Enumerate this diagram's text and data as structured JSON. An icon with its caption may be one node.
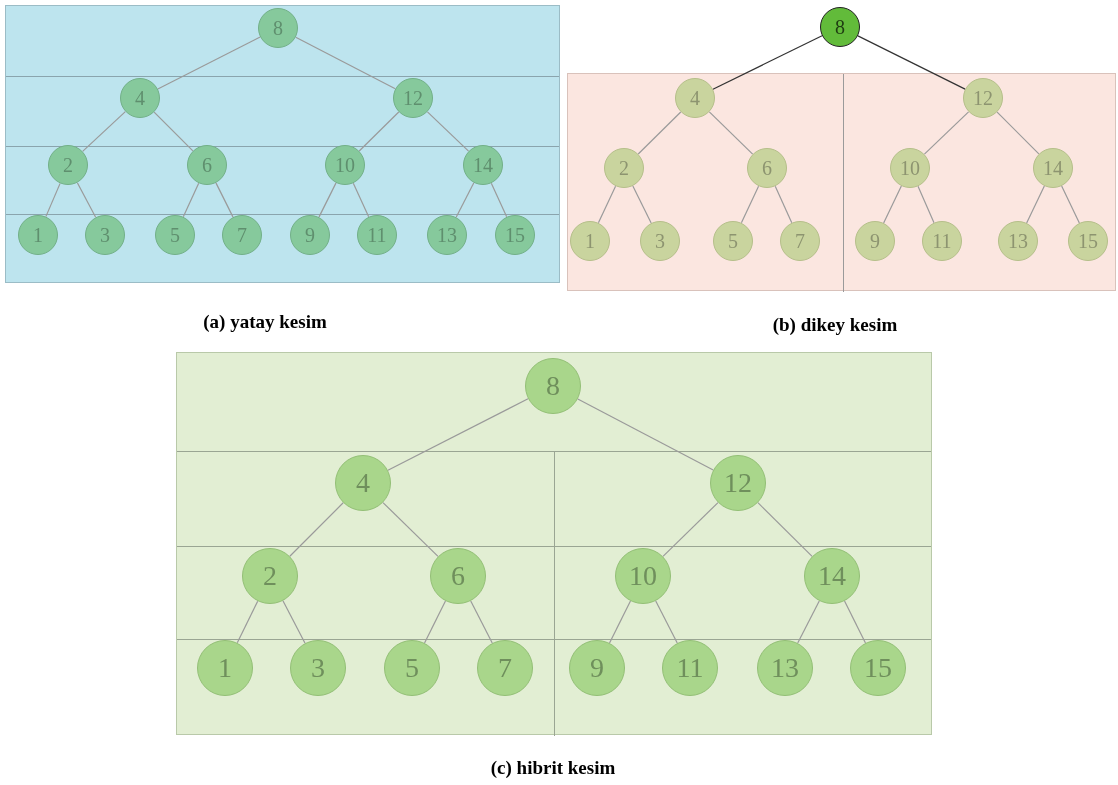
{
  "diagram": {
    "nodes": [
      {
        "text": [],
        "shape": "box",
        "beside": [
          "(a) yatay kesim"
        ]
      },
      {
        "text": [
          "8"
        ],
        "in": 0
      },
      {
        "text": [
          "4"
        ],
        "in": 0
      },
      {
        "text": [
          "12"
        ],
        "in": 0
      },
      {
        "text": [
          "2"
        ],
        "in": 0
      },
      {
        "text": [
          "6"
        ],
        "in": 0
      },
      {
        "text": [
          "10"
        ],
        "in": 0
      },
      {
        "text": [
          "14"
        ],
        "in": 0
      },
      {
        "text": [
          "1"
        ],
        "in": 0
      },
      {
        "text": [
          "3"
        ],
        "in": 0
      },
      {
        "text": [
          "5"
        ],
        "in": 0
      },
      {
        "text": [
          "7"
        ],
        "in": 0
      },
      {
        "text": [
          "9"
        ],
        "in": 0
      },
      {
        "text": [
          "11"
        ],
        "in": 0
      },
      {
        "text": [
          "13"
        ],
        "in": 0
      },
      {
        "text": [
          "15"
        ],
        "in": 0
      },
      {
        "text": [
          "8"
        ]
      },
      {
        "text": [],
        "shape": "box",
        "beside": [
          "(b) dikey kesim"
        ]
      },
      {
        "text": [
          "4"
        ],
        "in": 17
      },
      {
        "text": [
          "12"
        ],
        "in": 17
      },
      {
        "text": [
          "2"
        ],
        "in": 17
      },
      {
        "text": [
          "6"
        ],
        "in": 17
      },
      {
        "text": [
          "10"
        ],
        "in": 17
      },
      {
        "text": [
          "14"
        ],
        "in": 17
      },
      {
        "text": [
          "1"
        ],
        "in": 17
      },
      {
        "text": [
          "3"
        ],
        "in": 17
      },
      {
        "text": [
          "5"
        ],
        "in": 17
      },
      {
        "text": [
          "7"
        ],
        "in": 17
      },
      {
        "text": [
          "9"
        ],
        "in": 17
      },
      {
        "text": [
          "11"
        ],
        "in": 17
      },
      {
        "text": [
          "13"
        ],
        "in": 17
      },
      {
        "text": [
          "15"
        ],
        "in": 17
      },
      {
        "text": [],
        "shape": "box",
        "beside": [
          "(c) hibrit kesim"
        ]
      },
      {
        "text": [
          "8"
        ],
        "in": 32
      },
      {
        "text": [
          "4"
        ],
        "in": 32
      },
      {
        "text": [
          "12"
        ],
        "in": 32
      },
      {
        "text": [
          "2"
        ],
        "in": 32
      },
      {
        "text": [
          "6"
        ],
        "in": 32
      },
      {
        "text": [
          "10"
        ],
        "in": 32
      },
      {
        "text": [
          "14"
        ],
        "in": 32
      },
      {
        "text": [
          "1"
        ],
        "in": 32
      },
      {
        "text": [
          "3"
        ],
        "in": 32
      },
      {
        "text": [
          "5"
        ],
        "in": 32
      },
      {
        "text": [
          "7"
        ],
        "in": 32
      },
      {
        "text": [
          "9"
        ],
        "in": 32
      },
      {
        "text": [
          "11"
        ],
        "in": 32
      },
      {
        "text": [
          "13"
        ],
        "in": 32
      },
      {
        "text": [
          "15"
        ],
        "in": 32
      }
    ],
    "edges": [
      {
        "from": 1,
        "to": 2,
        "arrow": "none"
      },
      {
        "from": 1,
        "to": 3,
        "arrow": "none"
      },
      {
        "from": 2,
        "to": 4,
        "arrow": "none"
      },
      {
        "from": 2,
        "to": 5,
        "arrow": "none"
      },
      {
        "from": 3,
        "to": 6,
        "arrow": "none"
      },
      {
        "from": 3,
        "to": 7,
        "arrow": "none"
      },
      {
        "from": 4,
        "to": 8,
        "arrow": "none"
      },
      {
        "from": 4,
        "to": 9,
        "arrow": "none"
      },
      {
        "from": 5,
        "to": 10,
        "arrow": "none"
      },
      {
        "from": 5,
        "to": 11,
        "arrow": "none"
      },
      {
        "from": 6,
        "to": 12,
        "arrow": "none"
      },
      {
        "from": 6,
        "to": 13,
        "arrow": "none"
      },
      {
        "from": 7,
        "to": 14,
        "arrow": "none"
      },
      {
        "from": 7,
        "to": 15,
        "arrow": "none"
      },
      {
        "from": 16,
        "to": 18,
        "arrow": "none",
        "color": "#333333"
      },
      {
        "from": 16,
        "to": 19,
        "arrow": "none",
        "color": "#333333"
      },
      {
        "from": 18,
        "to": 20,
        "arrow": "none"
      },
      {
        "from": 18,
        "to": 21,
        "arrow": "none"
      },
      {
        "from": 19,
        "to": 22,
        "arrow": "none"
      },
      {
        "from": 19,
        "to": 23,
        "arrow": "none"
      },
      {
        "from": 20,
        "to": 24,
        "arrow": "none"
      },
      {
        "from": 20,
        "to": 25,
        "arrow": "none"
      },
      {
        "from": 21,
        "to": 26,
        "arrow": "none"
      },
      {
        "from": 21,
        "to": 27,
        "arrow": "none"
      },
      {
        "from": 22,
        "to": 28,
        "arrow": "none"
      },
      {
        "from": 22,
        "to": 29,
        "arrow": "none"
      },
      {
        "from": 23,
        "to": 30,
        "arrow": "none"
      },
      {
        "from": 23,
        "to": 31,
        "arrow": "none"
      },
      {
        "from": 33,
        "to": 34,
        "arrow": "none"
      },
      {
        "from": 33,
        "to": 35,
        "arrow": "none"
      },
      {
        "from": 34,
        "to": 36,
        "arrow": "none"
      },
      {
        "from": 34,
        "to": 37,
        "arrow": "none"
      },
      {
        "from": 35,
        "to": 38,
        "arrow": "none"
      },
      {
        "from": 35,
        "to": 39,
        "arrow": "none"
      },
      {
        "from": 36,
        "to": 40,
        "arrow": "none"
      },
      {
        "from": 36,
        "to": 41,
        "arrow": "none"
      },
      {
        "from": 37,
        "to": 42,
        "arrow": "none"
      },
      {
        "from": 37,
        "to": 43,
        "arrow": "none"
      },
      {
        "from": 38,
        "to": 44,
        "arrow": "none"
      },
      {
        "from": 38,
        "to": 45,
        "arrow": "none"
      },
      {
        "from": 39,
        "to": 46,
        "arrow": "none"
      },
      {
        "from": 39,
        "to": 47,
        "arrow": "none"
      }
    ]
  }
}
